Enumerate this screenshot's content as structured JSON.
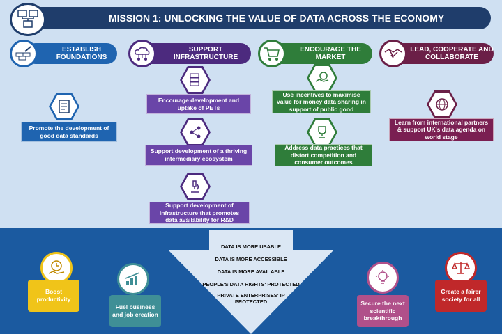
{
  "title": "MISSION 1: UNLOCKING THE VALUE OF DATA ACROSS THE ECONOMY",
  "columns": [
    {
      "label": "ESTABLISH FOUNDATIONS",
      "color": "#1f64b0"
    },
    {
      "label": "SUPPORT  INFRASTRUCTURE",
      "color": "#4c2a7e"
    },
    {
      "label": "ENCOURAGE THE MARKET",
      "color": "#2f7d3a"
    },
    {
      "label": "LEAD, COOPERATE AND COLLABORATE",
      "color": "#6b1f47"
    }
  ],
  "actions": {
    "foundations_1": "Promote the development of good data standards",
    "infra_1": "Encourage development and uptake of PETs",
    "infra_2": "Support development of a thriving intermediary ecosystem",
    "infra_3": "Support development of infrastructure that promotes data availability for R&D",
    "market_1": "Use incentives to maximise value for money data sharing in support of public good",
    "market_2": "Address data practices that distort competition and consumer outcomes",
    "lead_1": "Learn from international partners & support UK's data agenda on world stage"
  },
  "outcomes_arrow": [
    "DATA IS MORE USABLE",
    "DATA IS MORE ACCESSIBLE",
    "DATA IS MORE AVAILABLE",
    "PEOPLE'S DATA RIGHTS'  PROTECTED",
    "PRIVATE ENTERPRISES'  IP PROTECTED"
  ],
  "impacts": [
    {
      "label": "Boost productivity",
      "color": "#f0c419"
    },
    {
      "label": "Fuel business and job creation",
      "color": "#3f8f96"
    },
    {
      "label": "Secure the next scientific breakthrough",
      "color": "#b0508a"
    },
    {
      "label": "Create a fairer society for all",
      "color": "#c0282a"
    }
  ],
  "colors": {
    "navy": "#1f3d6b",
    "foundations": "#1f64b0",
    "infrastructure": "#6a45a8",
    "market": "#2f7d3a",
    "lead": "#7a1f52",
    "bottom_bg": "#1b5aa0",
    "top_bg": "#cfe0f2"
  },
  "icons": [
    "computer-network-icon",
    "bricks-trowel-icon",
    "cloud-network-icon",
    "shopping-cart-icon",
    "handshake-icon",
    "checklist-icon",
    "server-lock-icon",
    "share-icon",
    "microscope-icon",
    "money-hand-icon",
    "trophy-icon",
    "globe-icon",
    "clock-hand-icon",
    "growth-chart-icon",
    "lightbulb-icon",
    "scales-icon"
  ]
}
